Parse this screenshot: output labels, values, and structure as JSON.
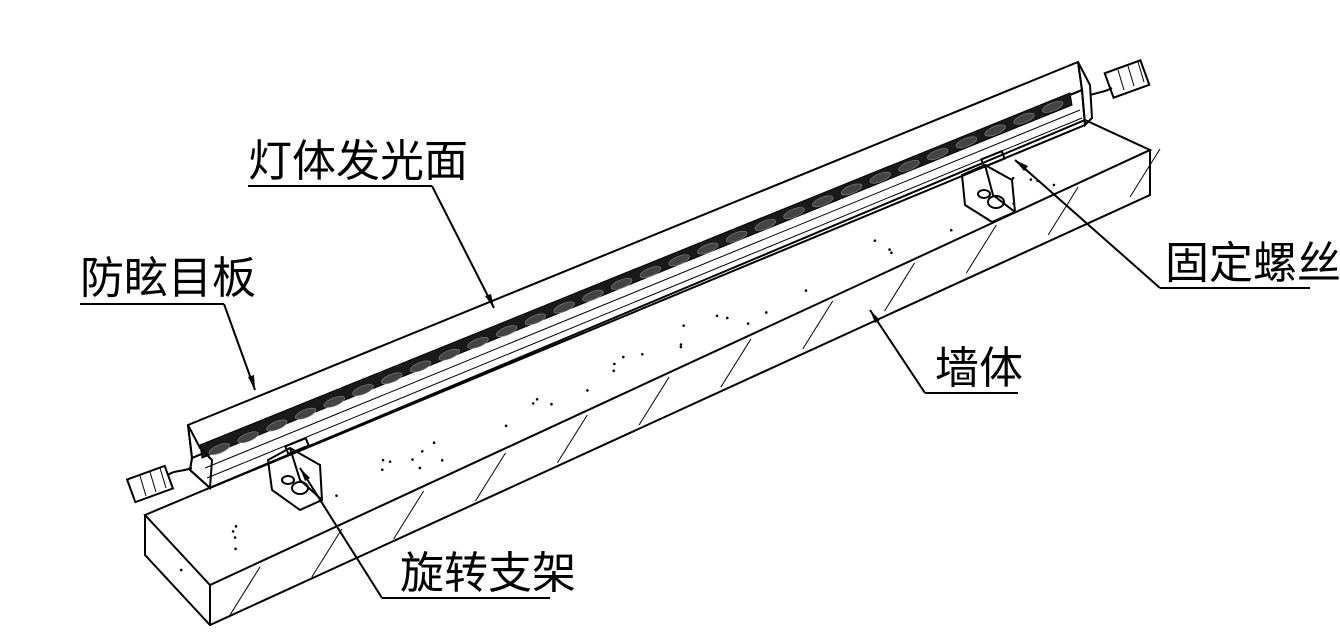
{
  "labels": {
    "light_surface": "灯体发光面",
    "anti_glare": "防眩目板",
    "fixing_screw": "固定螺丝",
    "wall": "墙体",
    "rotating_bracket": "旋转支架"
  },
  "colors": {
    "line": "#000000",
    "background": "#ffffff",
    "led_strip": "#1a1a1a"
  },
  "led_count": 30
}
